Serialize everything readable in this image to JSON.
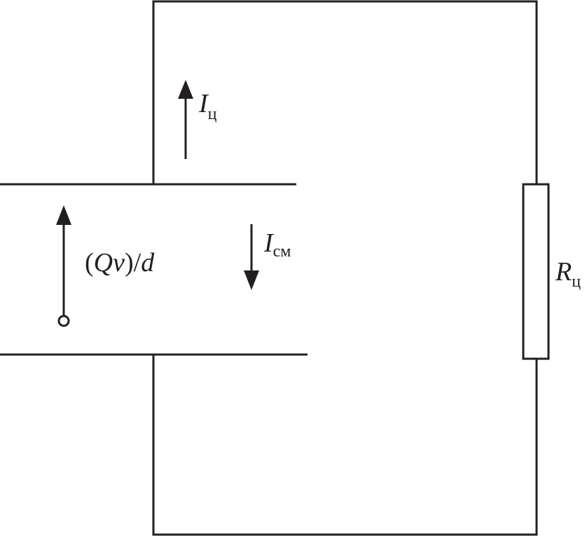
{
  "labels": {
    "circuit_current": {
      "main": "I",
      "sub": "ц"
    },
    "displacement_current": {
      "main": "I",
      "sub": "см"
    },
    "source": "(Qv)/d",
    "source_parts": {
      "open": "(",
      "q": "Q",
      "v": "v",
      "close": ")/",
      "d": "d"
    },
    "resistor": {
      "main": "R",
      "sub": "ц"
    }
  },
  "colors": {
    "line": "#231f20",
    "background": "#ffffff"
  }
}
